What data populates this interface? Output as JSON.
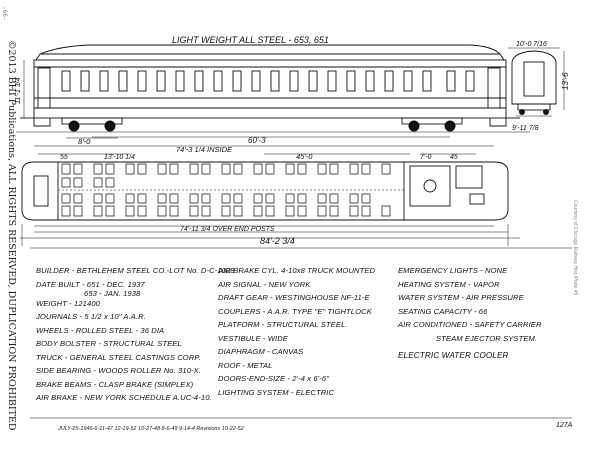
{
  "page_number": "-66-",
  "copyright": "©2013 BHI Publications, ALL RIGHTS RESERVED, DUPLICATION PROHIBITED",
  "side_credit": "Courtesy of Chicago Railway Hist./Plate 45",
  "title": "LIGHT WEIGHT ALL STEEL - 653, 651",
  "dimensions": {
    "end_width": "10'-0 7/16",
    "end_height": "13'-6",
    "side_height": "11'-1 3/4",
    "end_base": "9'-11 7/8",
    "truck_wheelbase": "8'-0",
    "truck_centers": "60'-3",
    "inside_length": "74'-3 1/4 INSIDE",
    "vestibule": "55",
    "seat_pitch": "13'-10 1/4",
    "section_length": "45'-0",
    "toilet_length": "7'-0",
    "toilet_end": "45",
    "over_end_posts": "74'-11 3/4 OVER END POSTS",
    "overall": "84'-2 3/4"
  },
  "specs_col1": [
    "BUILDER - BETHLEHEM STEEL CO.-LOT No. D-C-1028",
    "DATE BUILT - 651 - DEC. 1937",
    "653 - JAN. 1938",
    "WEIGHT - 121400",
    "JOURNALS - 5 1/2 x 10\" A.A.R.",
    "WHEELS - ROLLED STEEL - 36 DIA",
    "BODY BOLSTER - STRUCTURAL STEEL",
    "TRUCK - GENERAL STEEL CASTINGS CORP.",
    "SIDE BEARING - WOODS ROLLER No. 310-X.",
    "BRAKE BEAMS - CLASP BRAKE (SIMPLEX)",
    "AIR BRAKE - NEW YORK SCHEDULE A.UC-4-10."
  ],
  "specs_col2": [
    "AIR BRAKE CYL. 4-10x8 TRUCK MOUNTED",
    "AIR SIGNAL - NEW YORK",
    "DRAFT GEAR - WESTINGHOUSE NF-11-E",
    "COUPLERS - A.A.R. TYPE \"E\" TIGHTLOCK",
    "PLATFORM - STRUCTURAL STEEL.",
    "VESTIBULE - WIDE",
    "DIAPHRAGM - CANVAS",
    "ROOF - METAL",
    "DOORS-END-SIZE - 2'-4 x 6'-6\"",
    "LIGHTING SYSTEM - ELECTRIC"
  ],
  "specs_col3": [
    "EMERGENCY LIGHTS - NONE",
    "HEATING SYSTEM - VAPOR",
    "WATER SYSTEM - AIR PRESSURE",
    "SEATING CAPACITY - 66",
    "AIR CONDITIONED - SAFETY CARRIER",
    "STEAM EJECTOR SYSTEM.",
    "",
    "ELECTRIC WATER COOLER"
  ],
  "footer_note": "JULY-25-1946-6-11-47 12-19-52 10-27-48 8-6-49 9-14-4 Revisions 10-22-52",
  "plate_number": "127A"
}
